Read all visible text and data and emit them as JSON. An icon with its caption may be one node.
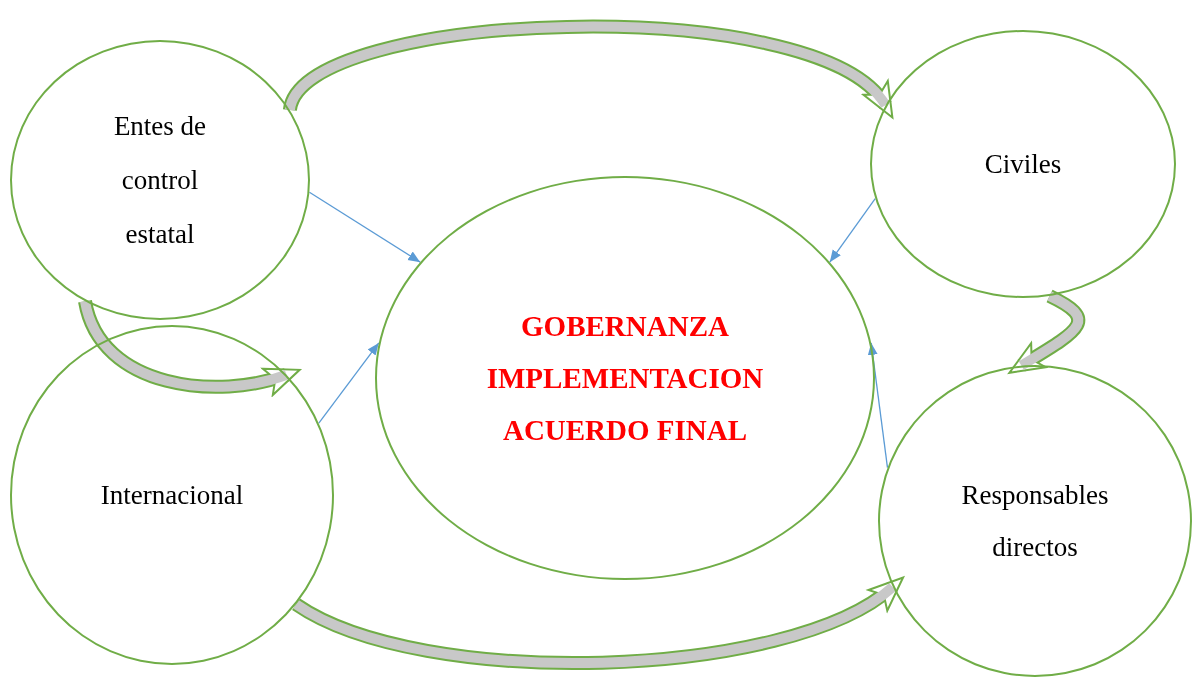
{
  "diagram": {
    "nodes": [
      {
        "text": [
          "Entes de control estatal"
        ]
      },
      {
        "text": [
          "Civiles"
        ]
      },
      {
        "text": [
          "GOBERNANZA IMPLEMENTACION ACUERDO FINAL"
        ]
      },
      {
        "text": [
          "Internacional"
        ]
      },
      {
        "text": [
          "Responsables directos"
        ]
      }
    ],
    "edges": [
      {
        "from": 0,
        "to": 2,
        "arrow": "to",
        "color": "#5b9bd5"
      },
      {
        "from": 1,
        "to": 2,
        "arrow": "to",
        "color": "#5b9bd5"
      },
      {
        "from": 3,
        "to": 2,
        "arrow": "to",
        "color": "#5b9bd5"
      },
      {
        "from": 4,
        "to": 2,
        "arrow": "to",
        "color": "#5b9bd5"
      },
      {
        "from": 0,
        "to": 1,
        "arrow": "to",
        "style": "thick",
        "color": "#70ad47"
      },
      {
        "from": 1,
        "to": 4,
        "arrow": "to",
        "style": "thick",
        "color": "#70ad47"
      },
      {
        "from": 0,
        "to": 3,
        "arrow": "to",
        "style": "thick",
        "color": "#70ad47"
      },
      {
        "from": 3,
        "to": 4,
        "arrow": "to",
        "style": "thick",
        "color": "#70ad47"
      }
    ]
  }
}
